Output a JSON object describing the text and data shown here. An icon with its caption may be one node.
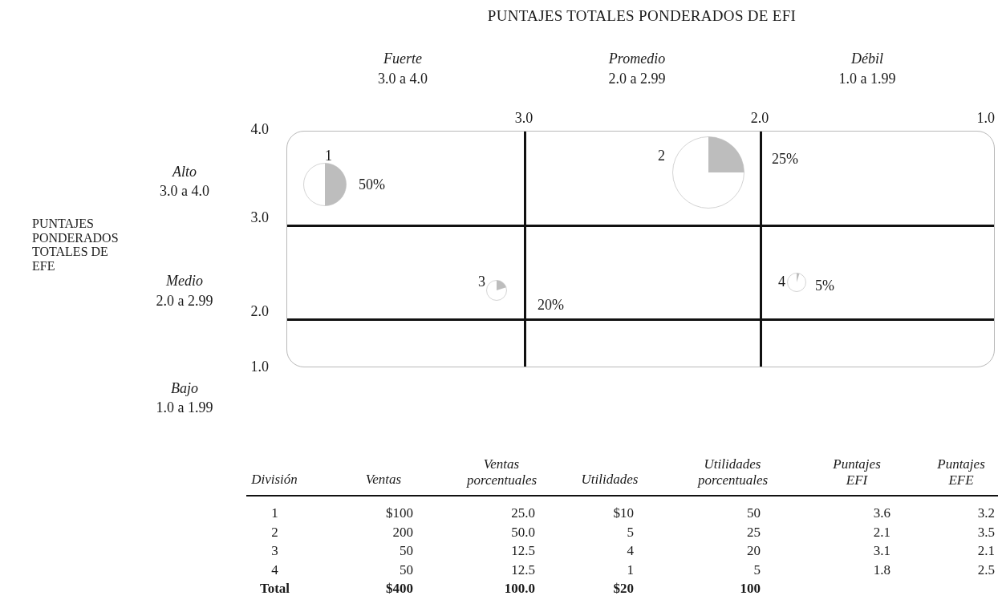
{
  "diagram": {
    "title": "PUNTAJES TOTALES PONDERADOS DE EFI",
    "nodes": [
      {
        "text": [],
        "shape": "circle",
        "beside": [
          "1",
          "50%"
        ]
      },
      {
        "text": [],
        "shape": "circle",
        "beside": [
          "2",
          "25%"
        ]
      },
      {
        "text": [],
        "shape": "circle",
        "beside": [
          "3",
          "20%"
        ]
      },
      {
        "text": [],
        "shape": "circle",
        "beside": [
          "4",
          "5%"
        ]
      }
    ],
    "labels": [
      "Fuerte",
      "3.0 a 4.0",
      "Promedio",
      "2.0 a 2.99",
      "Débil",
      "1.0 a 1.99",
      "3.0",
      "2.0",
      "1.0",
      "4.0",
      "Alto",
      "3.0 a 4.0",
      "3.0",
      "PUNTAJES PONDERADOS TOTALES DE EFE",
      "Medio",
      "2.0 a 2.99",
      "2.0",
      "Bajo",
      "1.0 a 1.99",
      "1.0",
      "División",
      "Ventas",
      "Ventas porcentuales",
      "Utilidades",
      "Utilidades porcentuales",
      "Puntajes EFI",
      "Puntajes EFE",
      "1",
      "$100",
      "25.0",
      "$10",
      "50",
      "3.6",
      "3.2",
      "2",
      "200",
      "50.0",
      "5",
      "25",
      "2.1",
      "3.5",
      "3",
      "50",
      "12.5",
      "4",
      "20",
      "3.1",
      "2.1",
      "4",
      "50",
      "12.5",
      "1",
      "5",
      "1.8",
      "2.5",
      "Total",
      "$400",
      "100.0",
      "$20",
      "100"
    ]
  }
}
